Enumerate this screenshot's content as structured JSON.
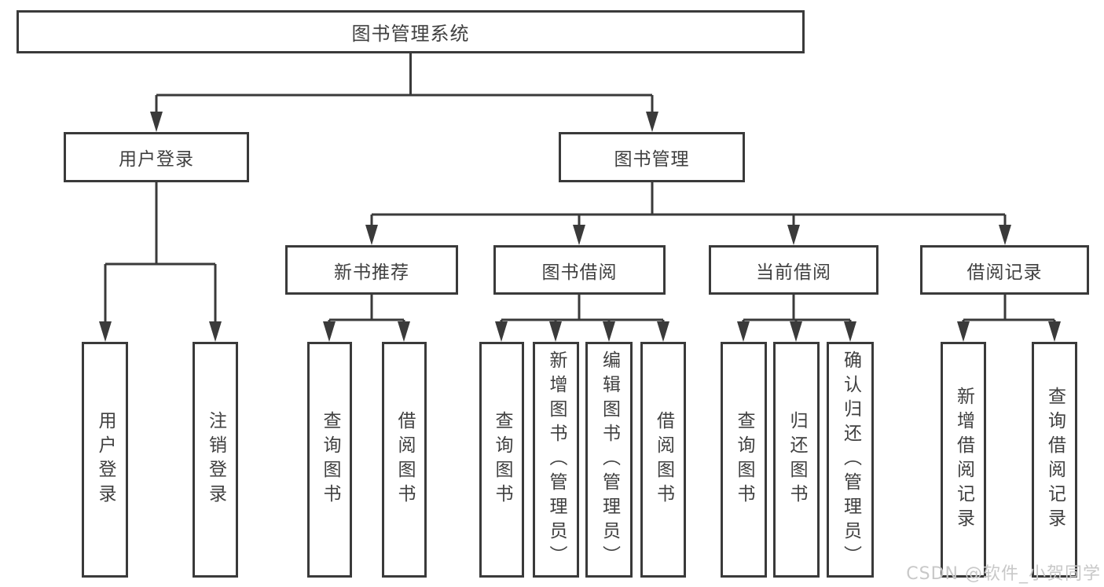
{
  "title": "图书管理系统",
  "colors": {
    "line": "#3a3a3a",
    "text": "#404040",
    "background": "#ffffff",
    "watermark": "#c8c8c8"
  },
  "nodes": {
    "root": {
      "label": "图书管理系统"
    },
    "level2": {
      "user_login": {
        "label": "用户登录"
      },
      "book_mgmt": {
        "label": "图书管理"
      }
    },
    "level3": {
      "new_book_rec": {
        "label": "新书推荐"
      },
      "book_borrow": {
        "label": "图书借阅"
      },
      "current_borrow": {
        "label": "当前借阅"
      },
      "borrow_record": {
        "label": "借阅记录"
      }
    },
    "leaves": {
      "user_login_leaf": {
        "label": "用户登录",
        "parent": "用户登录"
      },
      "logout": {
        "label": "注销登录",
        "parent": "用户登录"
      },
      "nb_query": {
        "label": "查询图书",
        "parent": "新书推荐"
      },
      "nb_borrow": {
        "label": "借阅图书",
        "parent": "新书推荐"
      },
      "bb_query": {
        "label": "查询图书",
        "parent": "图书借阅"
      },
      "bb_add": {
        "label": "新增图书（管理员）",
        "parent": "图书借阅"
      },
      "bb_edit": {
        "label": "编辑图书（管理员）",
        "parent": "图书借阅"
      },
      "bb_borrow": {
        "label": "借阅图书",
        "parent": "图书借阅"
      },
      "cb_query": {
        "label": "查询图书",
        "parent": "当前借阅"
      },
      "cb_return": {
        "label": "归还图书",
        "parent": "当前借阅"
      },
      "cb_confirm": {
        "label": "确认归还（管理员）",
        "parent": "当前借阅"
      },
      "br_add": {
        "label": "新增借阅记录",
        "parent": "借阅记录"
      },
      "br_query": {
        "label": "查询借阅记录",
        "parent": "借阅记录"
      }
    }
  },
  "watermark": {
    "text": "CSDN @软件_小贺同学"
  }
}
